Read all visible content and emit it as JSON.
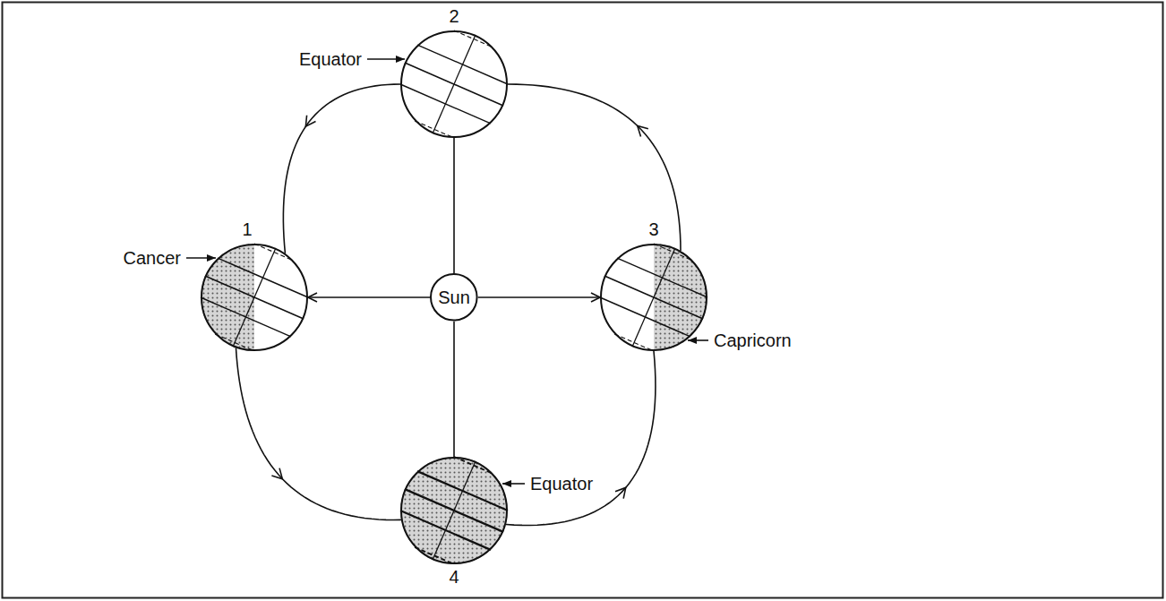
{
  "diagram": {
    "nodes": [
      {
        "text": [
          "2"
        ]
      },
      {
        "text": [
          "1"
        ]
      },
      {
        "text": [
          "Sun"
        ]
      },
      {
        "text": [
          "3"
        ]
      },
      {
        "text": [
          "4"
        ]
      }
    ],
    "edges": [
      {
        "from": 2,
        "to": 0,
        "arrow": "none"
      },
      {
        "from": 2,
        "to": 1,
        "arrow": "to"
      },
      {
        "from": 2,
        "to": 3,
        "arrow": "to"
      },
      {
        "from": 2,
        "to": 4,
        "arrow": "none"
      },
      {
        "from": 0,
        "to": 1,
        "arrow": "to"
      },
      {
        "from": 1,
        "to": 4,
        "arrow": "to"
      },
      {
        "from": 4,
        "to": 3,
        "arrow": "to"
      },
      {
        "from": 3,
        "to": 0,
        "arrow": "to"
      }
    ],
    "labels": [
      "Equator",
      "Cancer",
      "Capricorn",
      "Equator"
    ]
  }
}
